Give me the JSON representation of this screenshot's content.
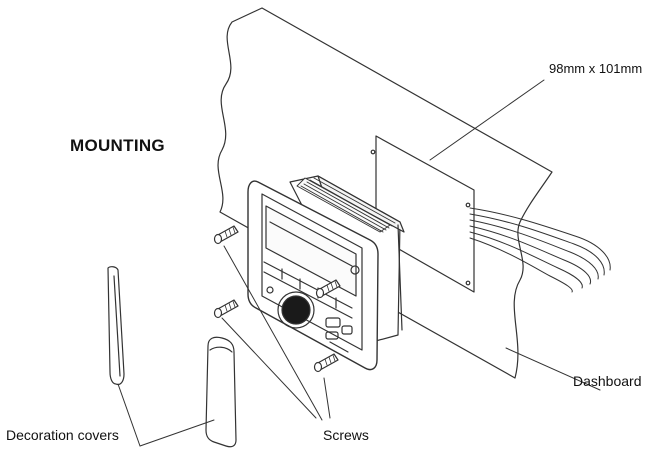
{
  "title": "MOUNTING",
  "labels": {
    "cutout_size": "98mm x 101mm",
    "dashboard": "Dashboard",
    "decoration_covers": "Decoration covers",
    "screws": "Screws"
  },
  "colors": {
    "line": "#333333",
    "text": "#111111",
    "background": "#ffffff"
  }
}
